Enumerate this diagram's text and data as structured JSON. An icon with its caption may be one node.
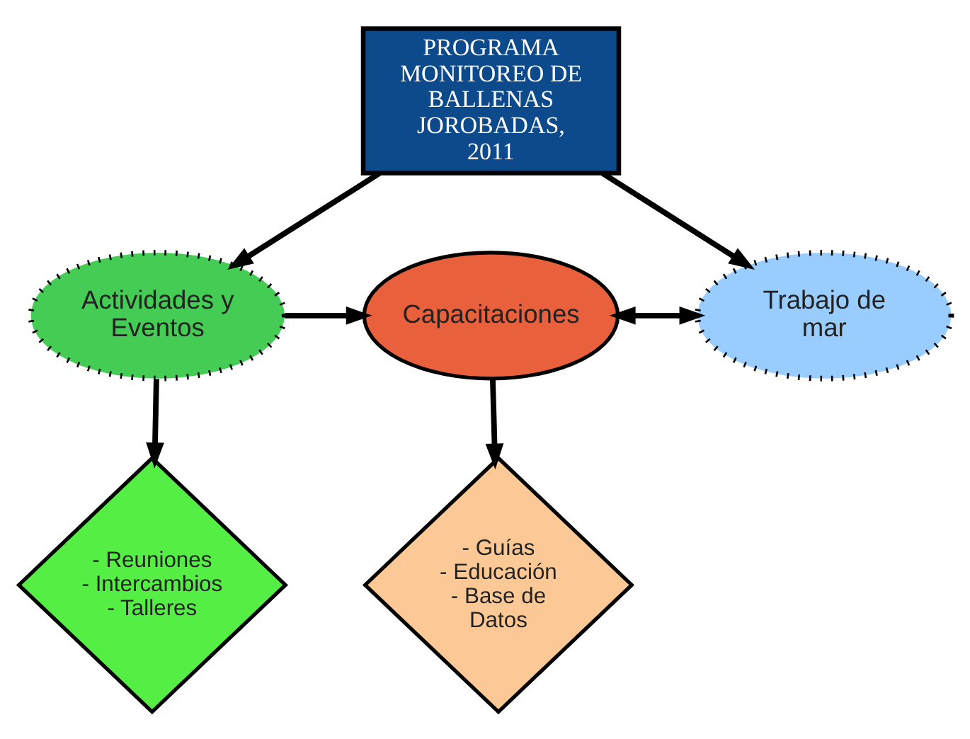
{
  "diagram": {
    "nodes": [
      {
        "text": [
          "PROGRAMA MONITOREO DE BALLENAS JOROBADAS, 2011"
        ]
      },
      {
        "text": [
          "Actividades y Eventos"
        ]
      },
      {
        "text": [
          "Capacitaciones"
        ]
      },
      {
        "text": [
          "Trabajo de mar"
        ]
      },
      {
        "text": [
          "- Reuniones - Intercambios - Talleres"
        ]
      },
      {
        "text": [
          "- Guías - Educación - Base de Datos"
        ]
      }
    ],
    "edges": [
      {
        "from": 0,
        "to": 1,
        "arrow": "to"
      },
      {
        "from": 0,
        "to": 3,
        "arrow": "to"
      },
      {
        "from": 1,
        "to": 2,
        "arrow": "to"
      },
      {
        "from": 2,
        "to": 3,
        "arrow": "both"
      },
      {
        "from": 1,
        "to": 4,
        "arrow": "to"
      },
      {
        "from": 2,
        "to": 5,
        "arrow": "to"
      }
    ]
  }
}
